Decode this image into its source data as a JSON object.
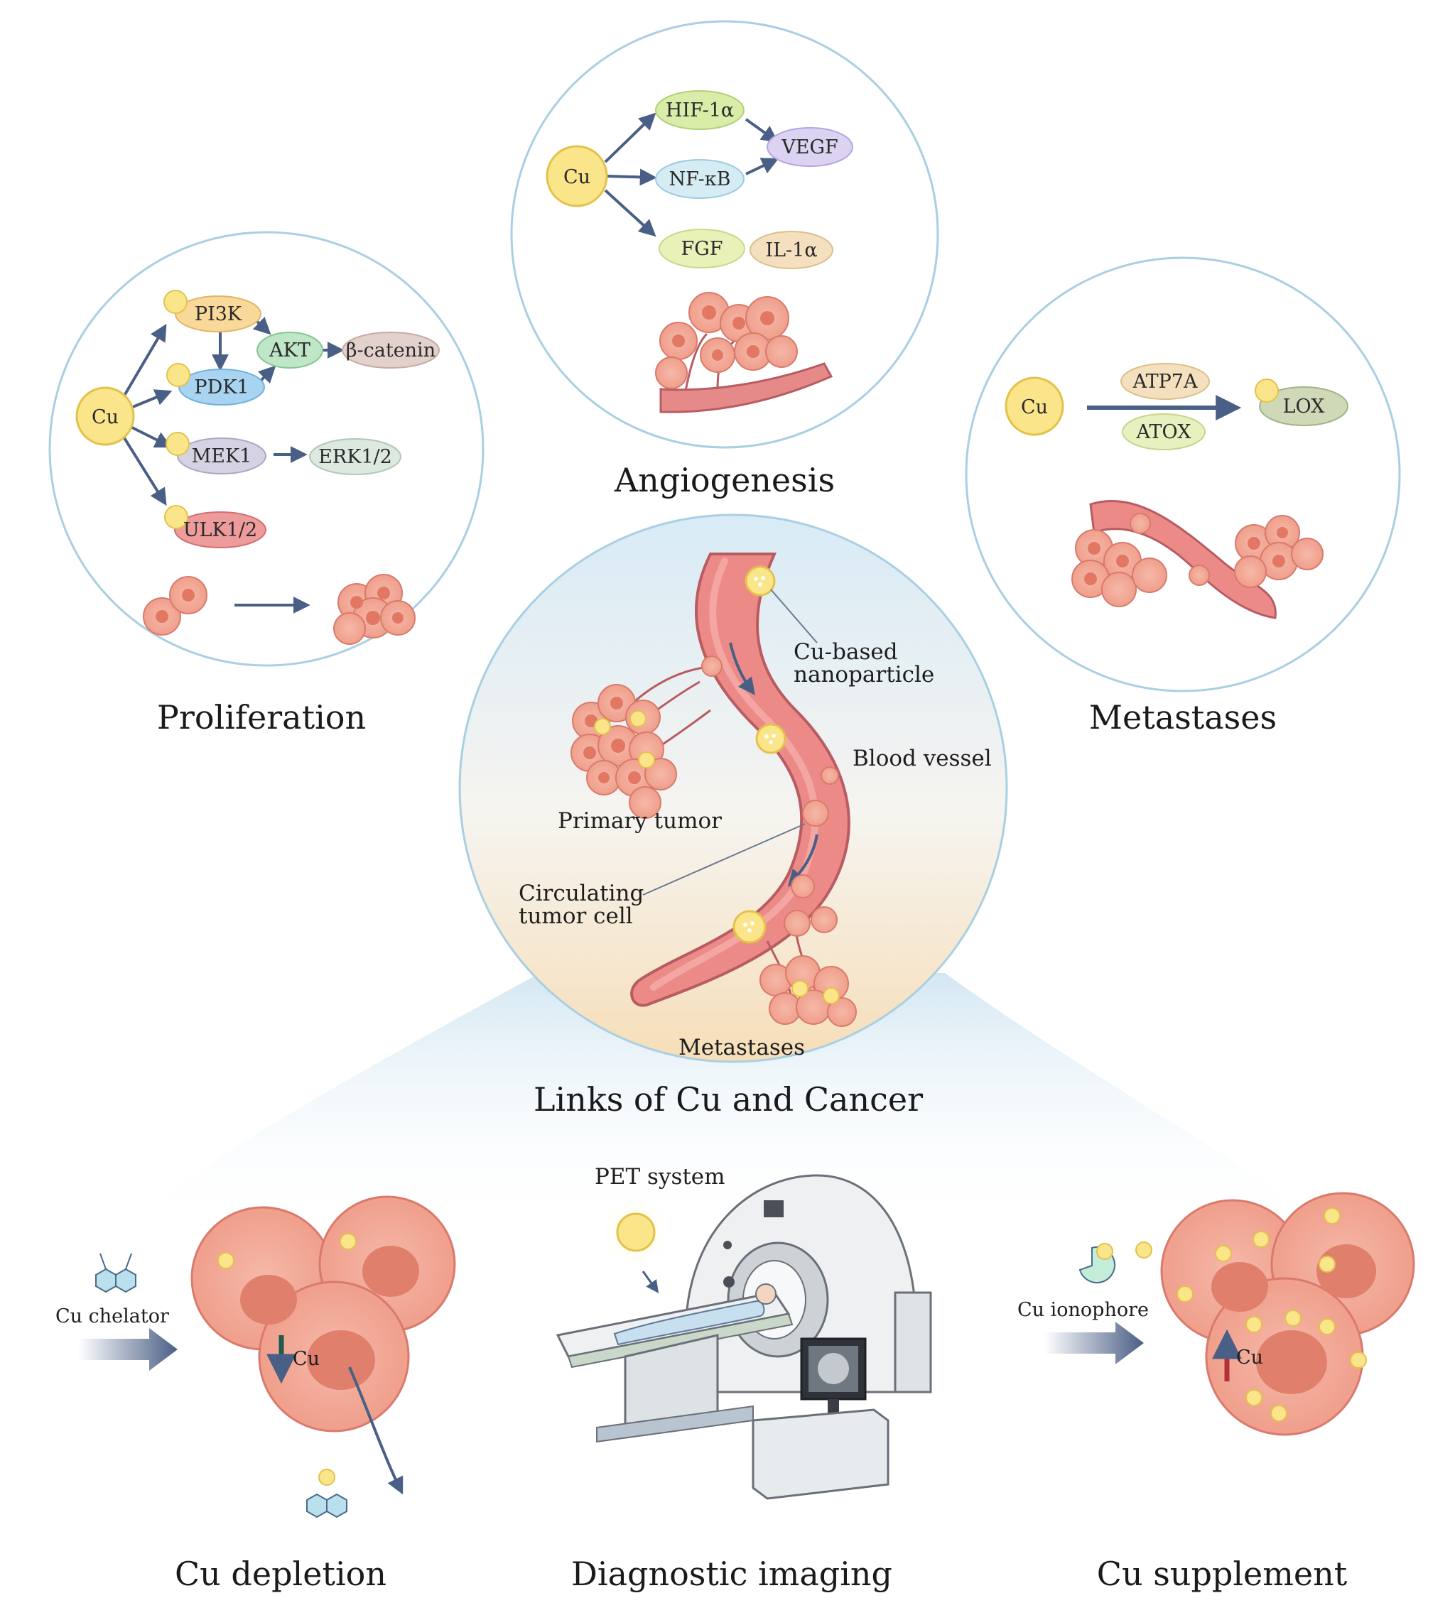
{
  "panels": {
    "angiogenesis": {
      "title": "Angiogenesis",
      "nodes": {
        "cu": "Cu",
        "hif": "HIF-1α",
        "nfkb": "NF-κB",
        "vegf": "VEGF",
        "fgf": "FGF",
        "il1a": "IL-1α"
      }
    },
    "proliferation": {
      "title": "Proliferation",
      "nodes": {
        "cu": "Cu",
        "pi3k": "PI3K",
        "pdk1": "PDK1",
        "akt": "AKT",
        "catenin": "β-catenin",
        "mek1": "MEK1",
        "erk": "ERK1/2",
        "ulk": "ULK1/2"
      }
    },
    "metastases": {
      "title": "Metastases",
      "nodes": {
        "cu": "Cu",
        "atp7a": "ATP7A",
        "atox": "ATOX",
        "lox": "LOX"
      }
    },
    "center": {
      "title": "Links of Cu and Cancer",
      "labels": {
        "nano1": "Cu-based",
        "nano2": "nanoparticle",
        "vessel": "Blood vessel",
        "primary": "Primary tumor",
        "ctc1": "Circulating",
        "ctc2": "tumor cell",
        "metastases": "Metastases"
      }
    },
    "depletion": {
      "title": "Cu depletion",
      "chelator": "Cu chelator",
      "cu": "Cu"
    },
    "imaging": {
      "title": "Diagnostic imaging",
      "pet": "PET system"
    },
    "supplement": {
      "title": "Cu supplement",
      "ionophore": "Cu ionophore",
      "cu": "Cu"
    }
  },
  "colors": {
    "circle_stroke": "#a9cfe2",
    "arrow": "#4a5f85",
    "cu_yellow": "#fbe58a",
    "cell_pink": "#f0a490",
    "vessel": "#ec8a88",
    "down_arrow": "#1f5a4f",
    "up_arrow": "#b3303a"
  }
}
